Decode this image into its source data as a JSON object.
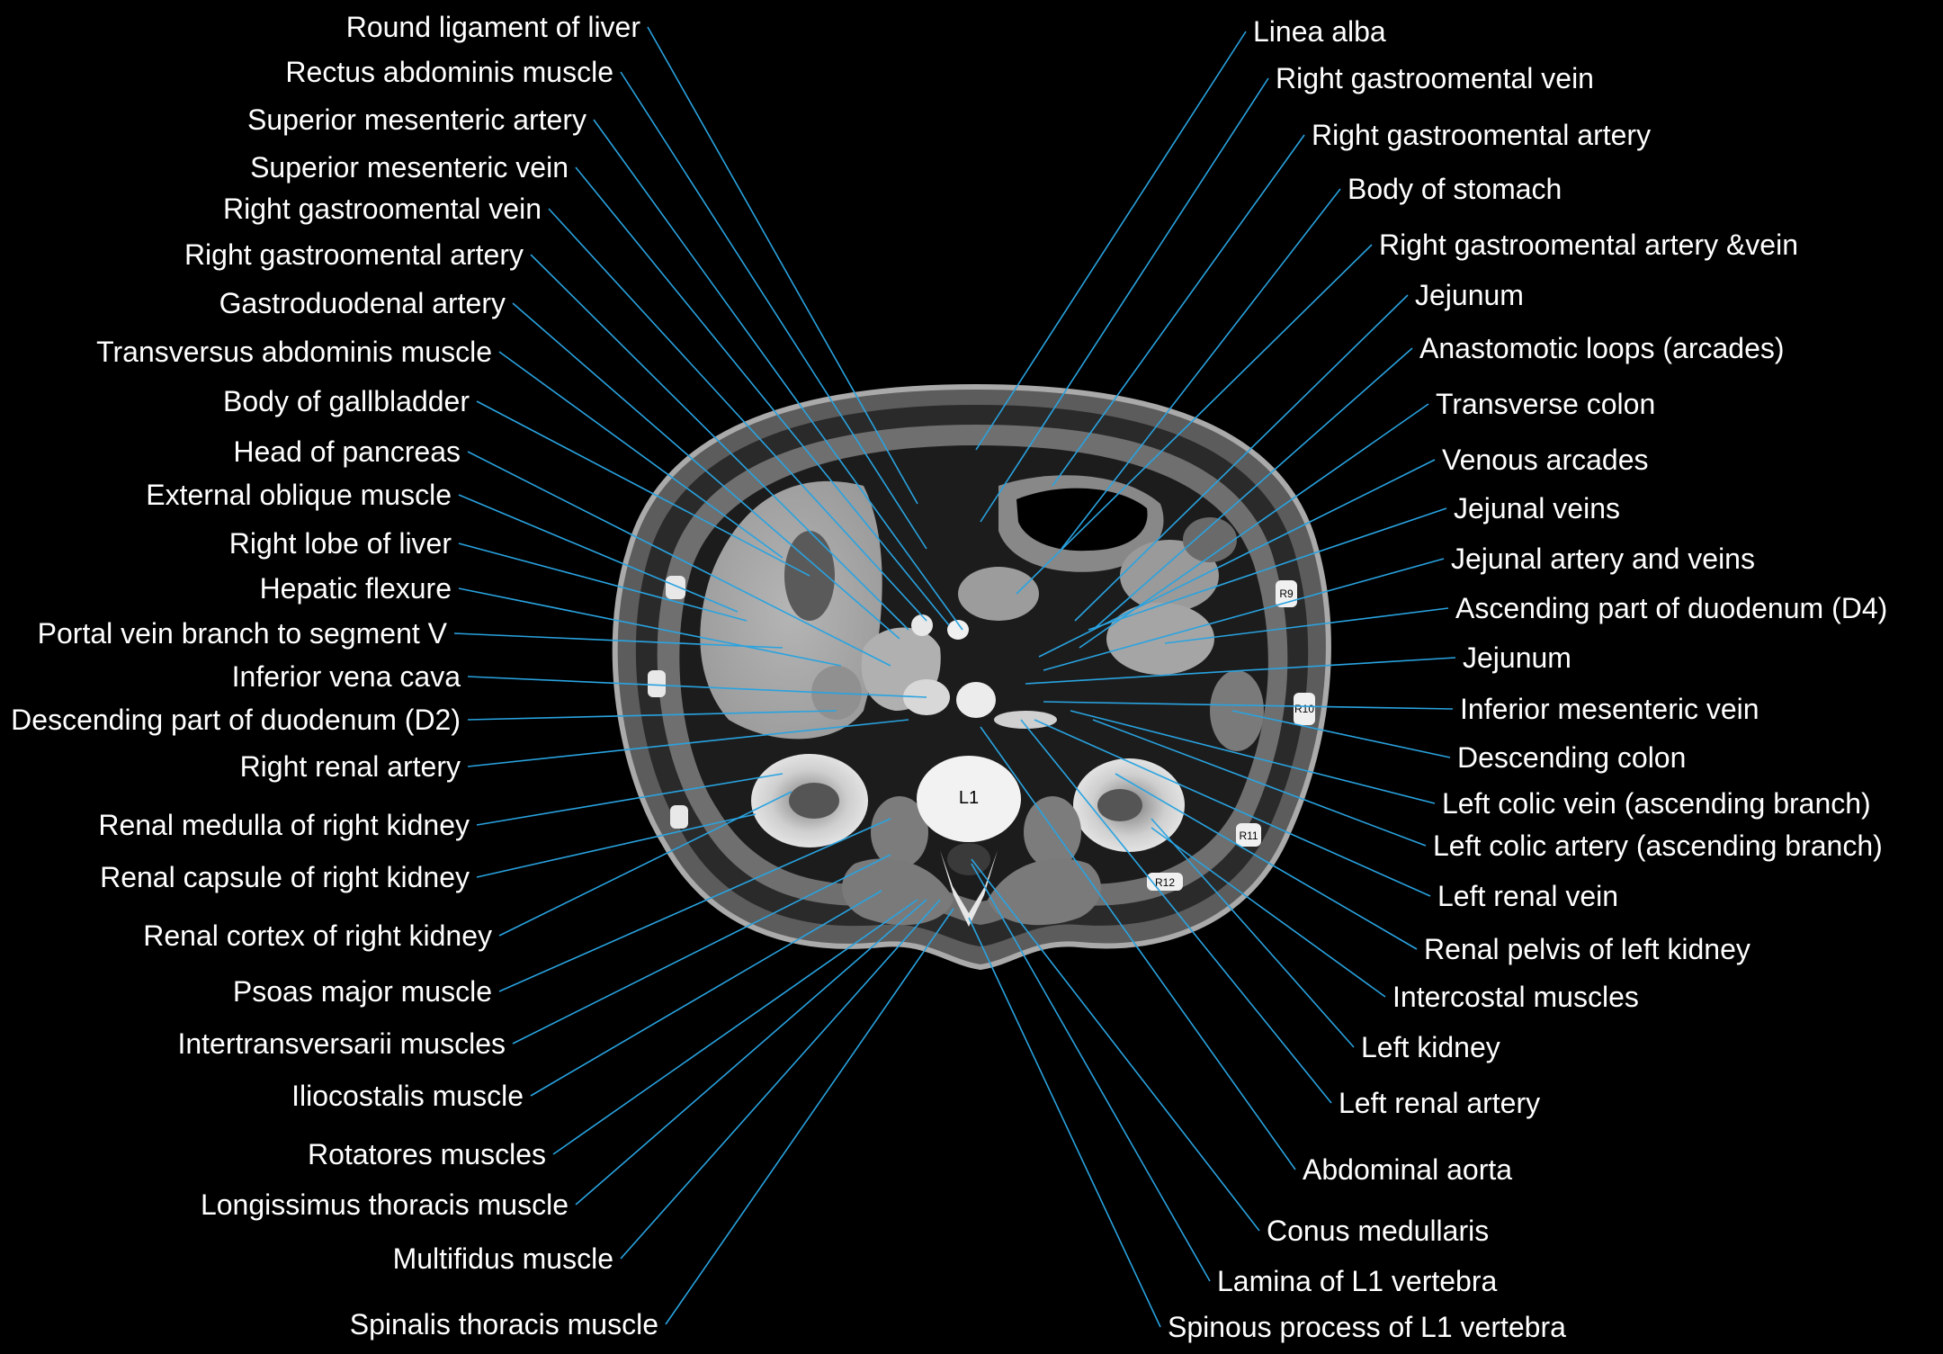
{
  "vertebra_label": "L1",
  "rib_labels": [
    "R9",
    "R10",
    "R11",
    "R12"
  ],
  "leader_color": "#29a3e0",
  "left_labels": [
    "Round ligament of liver",
    "Rectus abdominis muscle",
    "Superior mesenteric artery",
    "Superior mesenteric vein",
    "Right gastroomental vein",
    "Right gastroomental artery",
    "Gastroduodenal  artery",
    "Transversus abdominis muscle",
    "Body of gallbladder",
    "Head of pancreas",
    "External oblique muscle",
    "Right lobe of liver",
    "Hepatic flexure",
    "Portal vein branch to segment V",
    "Inferior vena cava",
    "Descending part of duodenum (D2)",
    "Right renal artery",
    "Renal medulla of right kidney",
    "Renal capsule of right kidney",
    "Renal cortex of right kidney",
    "Psoas major muscle",
    "Intertransversarii muscles",
    "Iliocostalis muscle",
    "Rotatores muscles",
    "Longissimus thoracis muscle",
    "Multifidus muscle",
    "Spinalis thoracis muscle"
  ],
  "right_labels": [
    "Linea alba",
    "Right gastroomental vein",
    "Right gastroomental artery",
    "Body of stomach",
    "Right gastroomental artery &vein",
    "Jejunum",
    "Anastomotic loops (arcades)",
    "Transverse colon",
    "Venous arcades",
    "Jejunal veins",
    "Jejunal artery and veins",
    "Ascending part of duodenum (D4)",
    "Jejunum",
    "Inferior mesenteric vein",
    "Descending colon",
    "Left colic  vein (ascending  branch)",
    "Left colic  artery (ascending  branch)",
    "Left renal vein",
    "Renal pelvis of left kidney",
    "Intercostal muscles",
    "Left kidney",
    "Left renal artery",
    "Abdominal aorta",
    "Conus medullaris",
    "Lamina of L1 vertebra",
    "Spinous process of L1 vertebra"
  ]
}
